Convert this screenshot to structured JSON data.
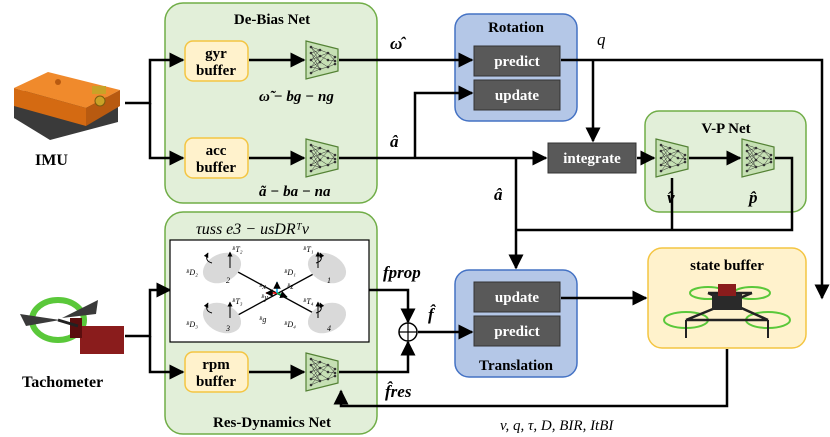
{
  "modules": {
    "debias": {
      "title": "De-Bias Net",
      "gyr_buffer": [
        "gyr",
        "buffer"
      ],
      "acc_buffer": [
        "acc",
        "buffer"
      ],
      "omega_expr": "ω̃ − bg − ng",
      "acc_expr": "ã − ba − na"
    },
    "rotation": {
      "title": "Rotation",
      "predict": "predict",
      "update": "update"
    },
    "vp": {
      "title": "V-P Net",
      "v_hat": "v̂",
      "p_hat": "p̂"
    },
    "integrate": "integrate",
    "translation": {
      "title": "Translation",
      "update": "update",
      "predict": "predict"
    },
    "resdyn": {
      "title": "Res-Dynamics Net",
      "rpm_buffer": [
        "rpm",
        "buffer"
      ],
      "equation": "τuss e3 − usDRᵀv",
      "rotor_labels": {
        "T2": "ᴮT₂",
        "T1": "ᴮT₁",
        "T3": "ᴮT₃",
        "T4": "ᴮT₄",
        "D2": "ᴮD₂",
        "D1": "ᴮD₁",
        "D3": "ᴮD₃",
        "D4": "ᴮD₄",
        "n2": "2",
        "n1": "1",
        "n3": "3",
        "n4": "4",
        "ex": "ᴮx",
        "ey": "ᴮy",
        "ez": "ᴮz",
        "g": "ᴮg"
      }
    },
    "state_buffer": {
      "title": "state buffer"
    }
  },
  "sensors": {
    "imu": "IMU",
    "tachometer": "Tachometer"
  },
  "signals": {
    "omega_hat": "ω̂",
    "a_hat_1": "â",
    "a_hat_2": "â",
    "q": "q",
    "f_prop": "fprop",
    "f_hat": "f̂",
    "f_res": "f̂res",
    "feedback": "v, q, τ, D, BIR, ItBI"
  },
  "colors": {
    "green_box": "#e2efd9",
    "green_border": "#70ad47",
    "yellow_box": "#fff2cc",
    "yellow_border": "#f4c542",
    "blue_box": "#b4c7e7",
    "blue_border": "#4472c4",
    "dark_gray": "#595959",
    "imu_orange": "#e87722",
    "prop_green": "#5ac83a"
  }
}
